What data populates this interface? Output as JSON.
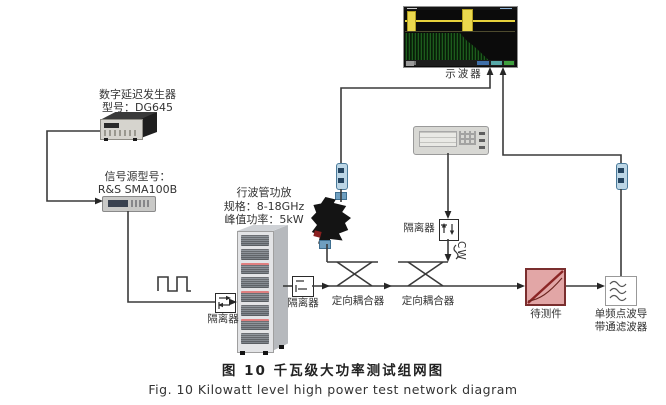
{
  "figure": {
    "caption_zh": "图 10  千瓦级大功率测试组网图",
    "caption_en": "Fig. 10  Kilowatt level high power test network diagram"
  },
  "components": {
    "delay_generator": {
      "name": "数字延迟发生器",
      "model_line": "型号：DG645"
    },
    "signal_source": {
      "name": "信号源型号：",
      "model_line": "R&S SMA100B"
    },
    "twt_amplifier": {
      "name": "行波管功放",
      "spec_line": "规格：8-18GHz",
      "power_line": "峰值功率：5kW"
    },
    "isolator_1": {
      "label": "隔离器"
    },
    "isolator_2": {
      "label": "隔离器"
    },
    "isolator_3": {
      "label": "隔离器"
    },
    "coupler_1": {
      "label": "定向耦合器"
    },
    "coupler_2": {
      "label": "定向耦合器"
    },
    "cw_signal": {
      "label": "CW"
    },
    "dut": {
      "label": "待测件"
    },
    "bandpass_filter": {
      "label_line1": "单频点波导",
      "label_line2": "带通滤波器"
    },
    "oscilloscope": {
      "label": "示波器"
    }
  },
  "colors": {
    "wire": "#3a3a3a",
    "dut_fill": "#e2a6a6",
    "dut_border": "#7a2e2e",
    "attenuator_fill": "#bcd6e6",
    "scope_trace_yellow": "#e6d23c",
    "scope_waveform_green": "#1d5c1d"
  }
}
